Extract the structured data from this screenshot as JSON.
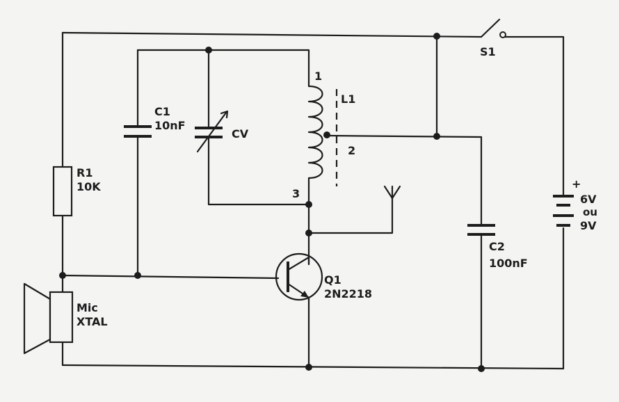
{
  "diagram": {
    "components": {
      "r1": {
        "ref": "R1",
        "value": "10K"
      },
      "c1": {
        "ref": "C1",
        "value": "10nF"
      },
      "cv": {
        "ref": "CV"
      },
      "l1": {
        "ref": "L1",
        "pin1": "1",
        "pin2": "2",
        "pin3": "3"
      },
      "q1": {
        "ref": "Q1",
        "value": "2N2218"
      },
      "c2": {
        "ref": "C2",
        "value": "100nF"
      },
      "s1": {
        "ref": "S1"
      },
      "battery": {
        "plus": "+",
        "v1": "6V",
        "ou": "ou",
        "v2": "9V"
      },
      "mic": {
        "line1": "Mic",
        "line2": "XTAL"
      }
    },
    "colors": {
      "ink": "#1c1c1c",
      "paper": "#f4f4f2"
    }
  }
}
